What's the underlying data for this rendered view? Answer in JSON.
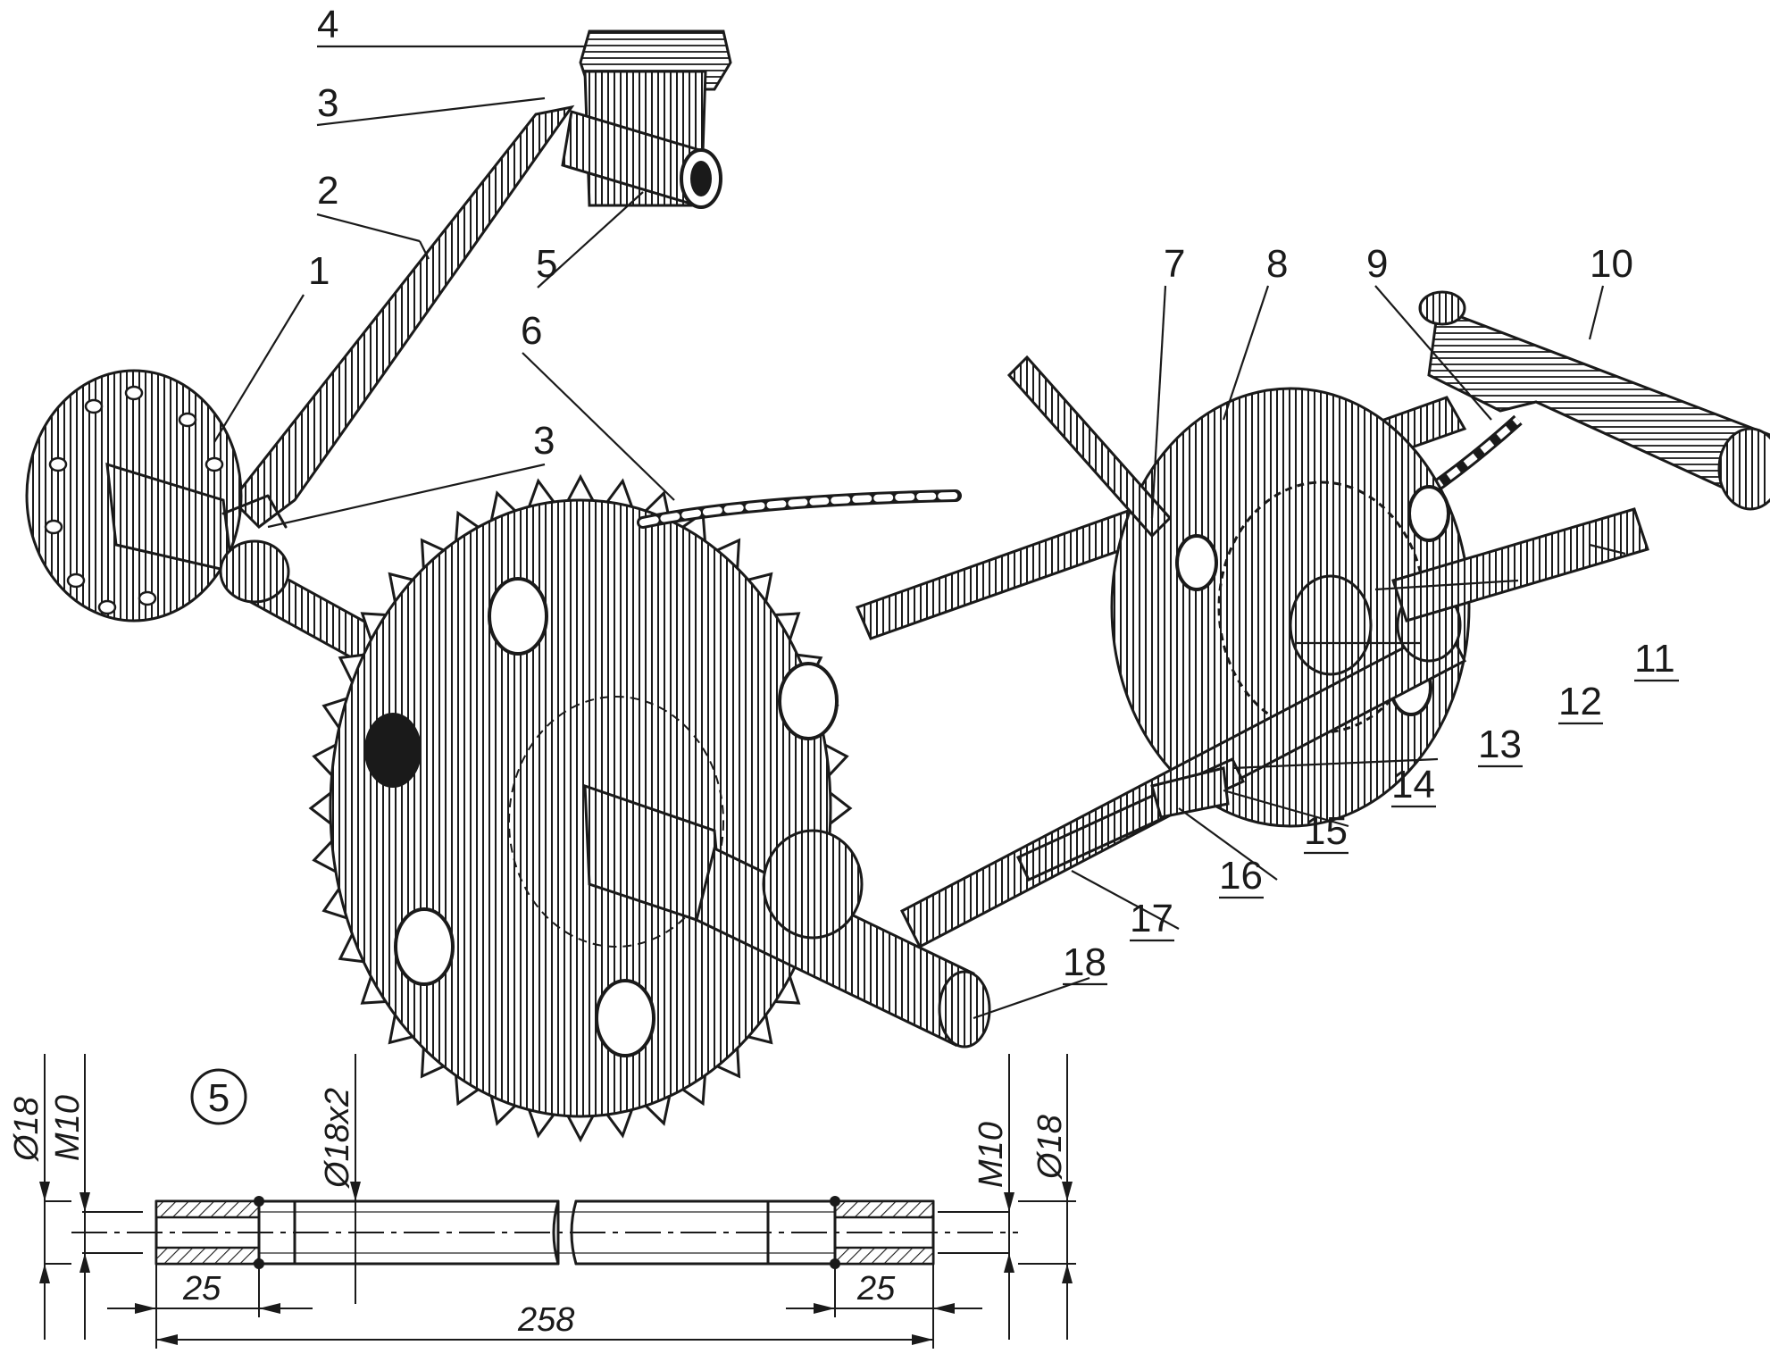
{
  "callouts": [
    {
      "num": "1"
    },
    {
      "num": "2"
    },
    {
      "num": "3"
    },
    {
      "num": "4"
    },
    {
      "num": "5"
    },
    {
      "num": "3"
    },
    {
      "num": "6"
    },
    {
      "num": "7"
    },
    {
      "num": "8"
    },
    {
      "num": "9"
    },
    {
      "num": "10"
    },
    {
      "num": "11"
    },
    {
      "num": "12"
    },
    {
      "num": "13"
    },
    {
      "num": "14"
    },
    {
      "num": "15"
    },
    {
      "num": "16"
    },
    {
      "num": "17"
    },
    {
      "num": "18"
    }
  ],
  "detail": {
    "marker": "5",
    "dims": {
      "d18_left": "Ø18",
      "m10_left": "M10",
      "d18x2": "Ø18x2",
      "m10_right": "M10",
      "d18_right": "Ø18",
      "len_left": "25",
      "len_total": "258",
      "len_right": "25"
    }
  }
}
